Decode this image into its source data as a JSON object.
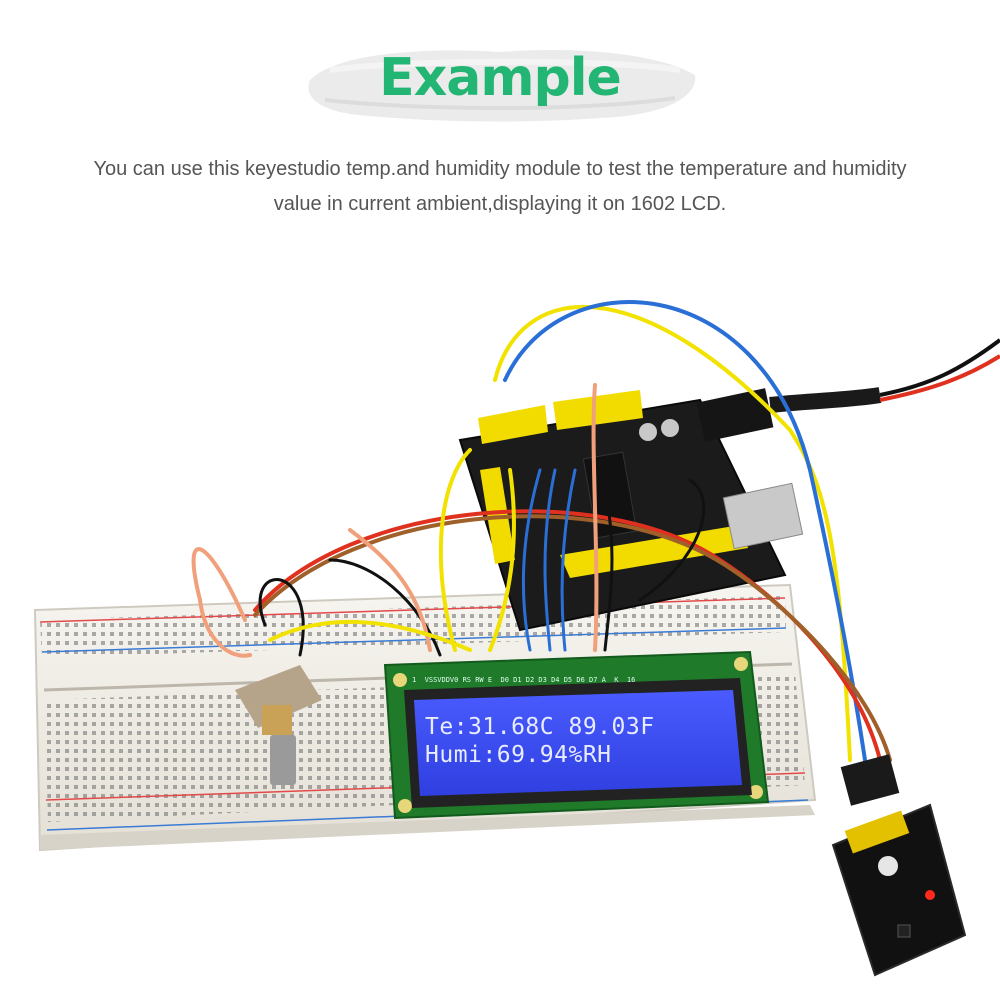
{
  "header": {
    "title": "Example",
    "description_line1": "You can use this keyestudio temp.and humidity module to test the temperature and humidity",
    "description_line2": "value in current ambient,displaying it on 1602 LCD."
  },
  "lcd": {
    "line1": "Te:31.68C 89.03F",
    "line2": "Humi:69.94%RH",
    "pin_labels": "1  VSSVDDV0 RS RW E  D0 D1 D2 D3 D4 D5 D6 D7 A  K  16"
  },
  "colors": {
    "title_green": "#22b573",
    "lcd_blue": "#3b4cff",
    "pcb_green": "#1f7a2a",
    "arduino_black": "#1b1b1b",
    "wire_yellow": "#f2e200",
    "wire_blue": "#2a6fd6",
    "wire_red": "#e0301e",
    "wire_brown": "#a0602a"
  }
}
